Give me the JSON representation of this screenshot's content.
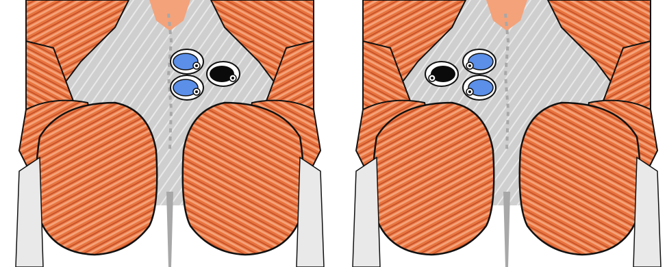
{
  "figure": {
    "panels": [
      {
        "id": "left",
        "electrode_layout": "two-blue-pads-left-one-black-pad-right"
      },
      {
        "id": "right",
        "electrode_layout": "one-black-pad-left-two-blue-pads-right"
      }
    ],
    "colors": {
      "background": "#ffffff",
      "muscle": "#e8743e",
      "muscle_light": "#f4a27a",
      "muscle_dark": "#c4502a",
      "fascia": "#cfcfcf",
      "fascia_light": "#e9e9e9",
      "fascia_shade": "#a8a8a8",
      "outline": "#111111",
      "electrode_blue": "#5b8fe8",
      "electrode_black": "#0a0a0a",
      "electrode_ring": "#ffffff"
    },
    "icons": [
      "electrode-pad-blue-icon",
      "electrode-pad-black-icon"
    ]
  }
}
